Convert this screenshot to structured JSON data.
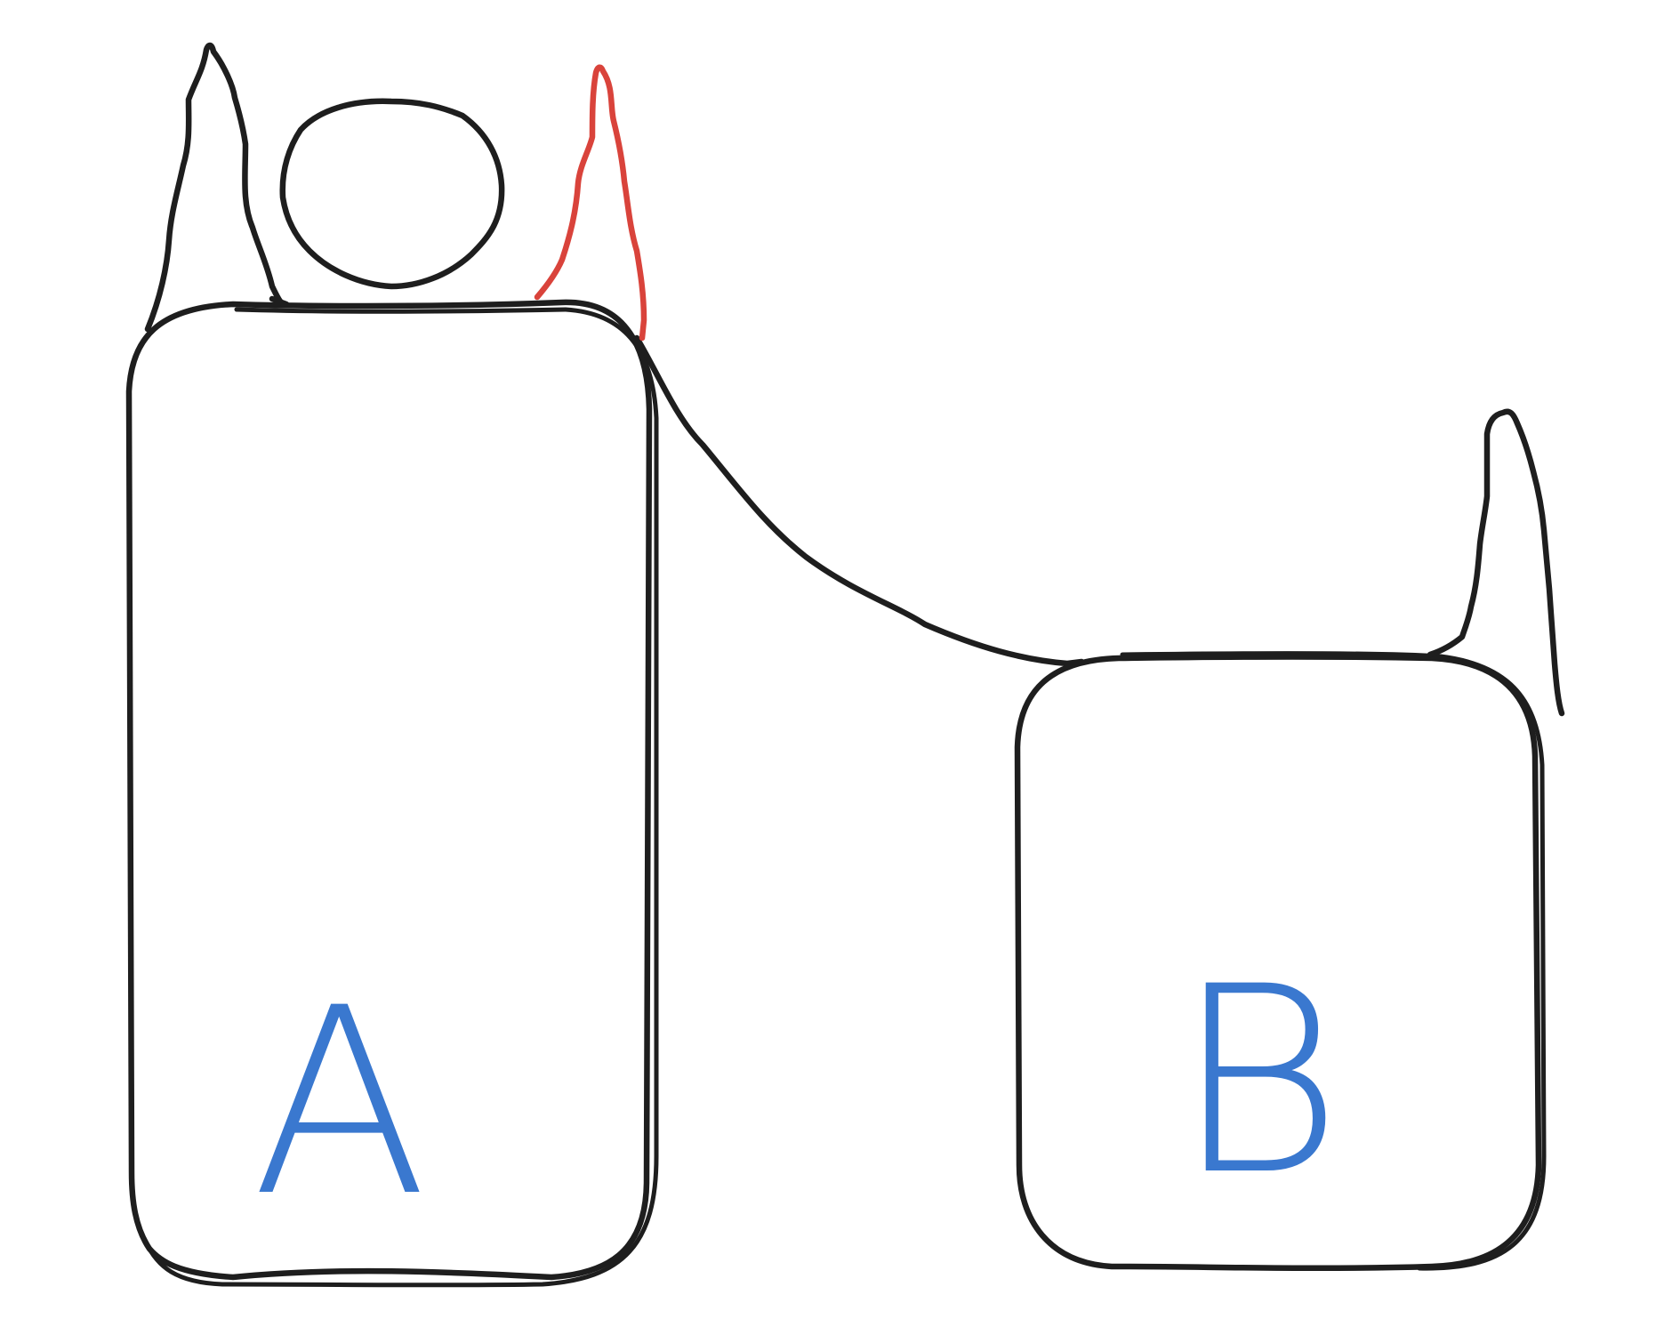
{
  "diagram": {
    "colors": {
      "outline": "#1e1e1e",
      "highlight": "#d9433b",
      "label": "#3a78cf",
      "background": "#ffffff"
    },
    "nodes": [
      {
        "id": "a",
        "label": "A"
      },
      {
        "id": "b",
        "label": "B"
      }
    ]
  }
}
